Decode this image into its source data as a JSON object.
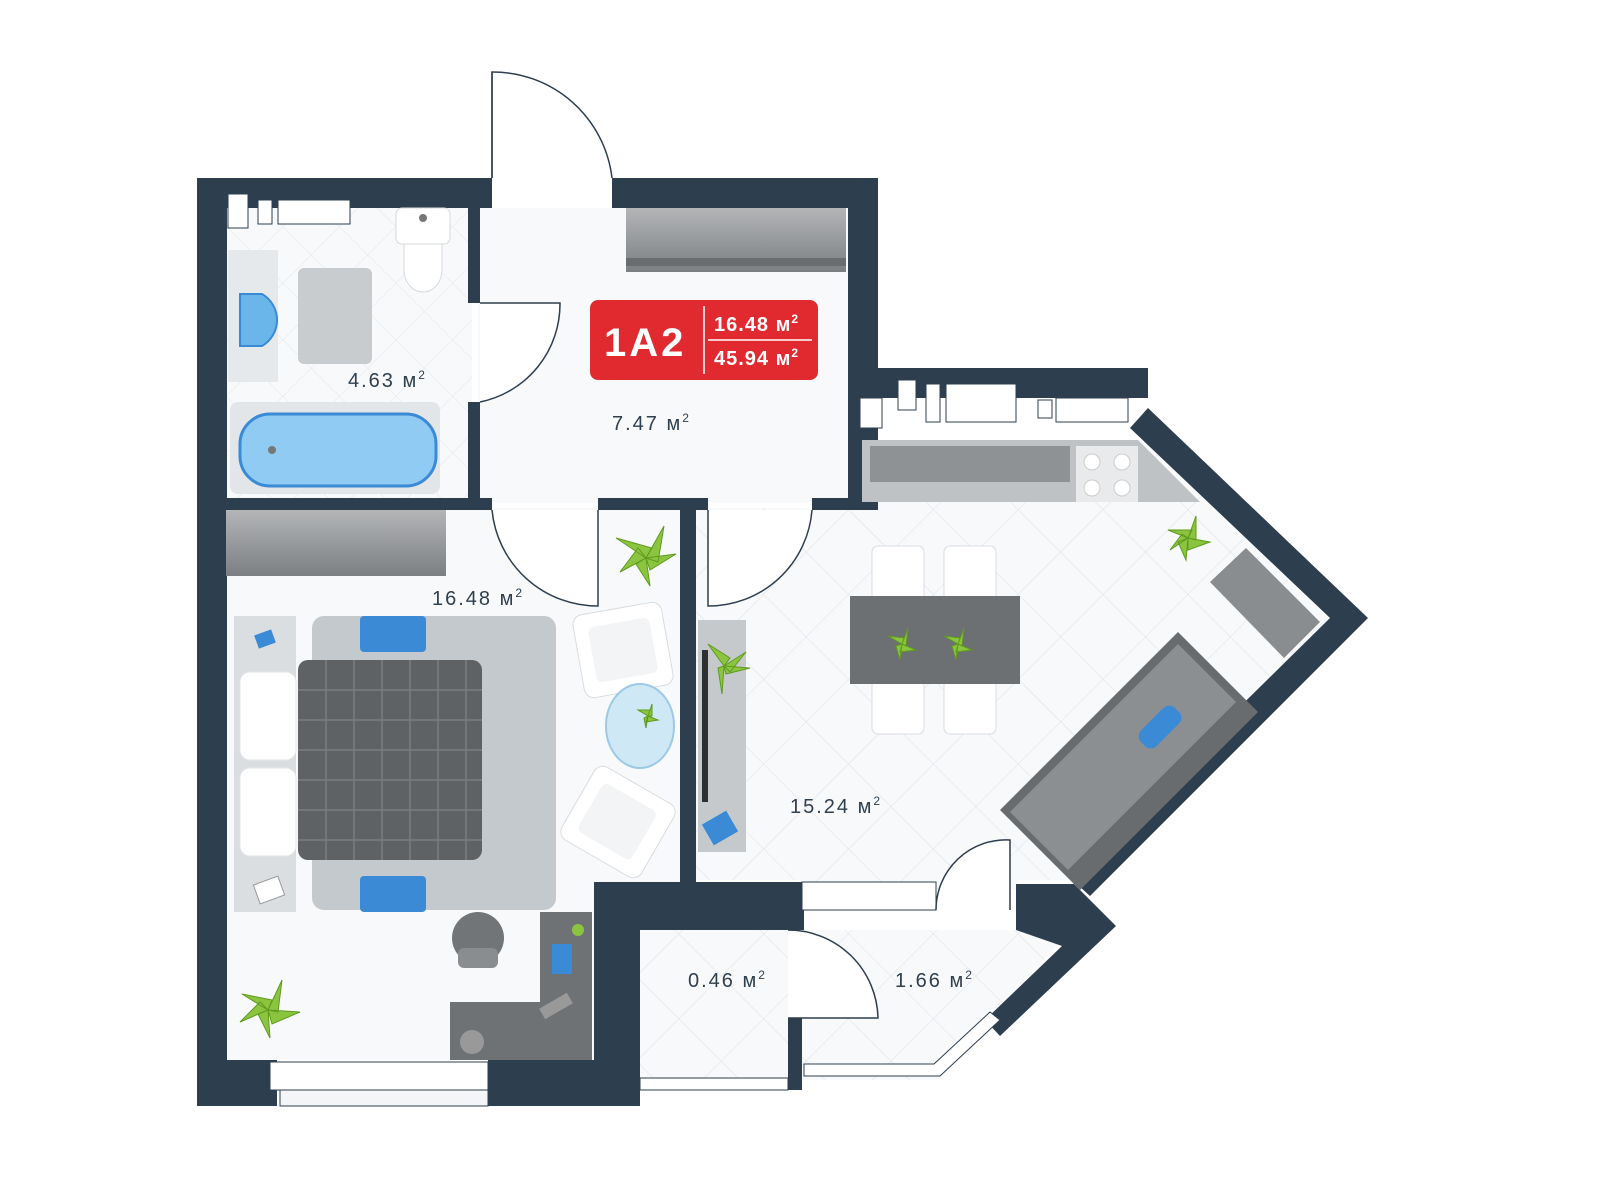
{
  "apartment": {
    "code": "1A2",
    "living_area": "16.48",
    "total_area": "45.94",
    "unit": "м",
    "unit_power": "2",
    "badge_color": "#e12a2f"
  },
  "rooms": {
    "bathroom": "4.63",
    "hallway": "7.47",
    "bedroom": "16.48",
    "kitchen_living": "15.24",
    "storage": "0.46",
    "balcony": "1.66"
  },
  "colors": {
    "wall": "#2d3e4e",
    "floor_light": "#f7f8fa",
    "tile_line": "#dfe5ea",
    "furniture_gray": "#8a8d90",
    "accent_blue": "#3a8ad6",
    "plant_green": "#8bc53f"
  }
}
